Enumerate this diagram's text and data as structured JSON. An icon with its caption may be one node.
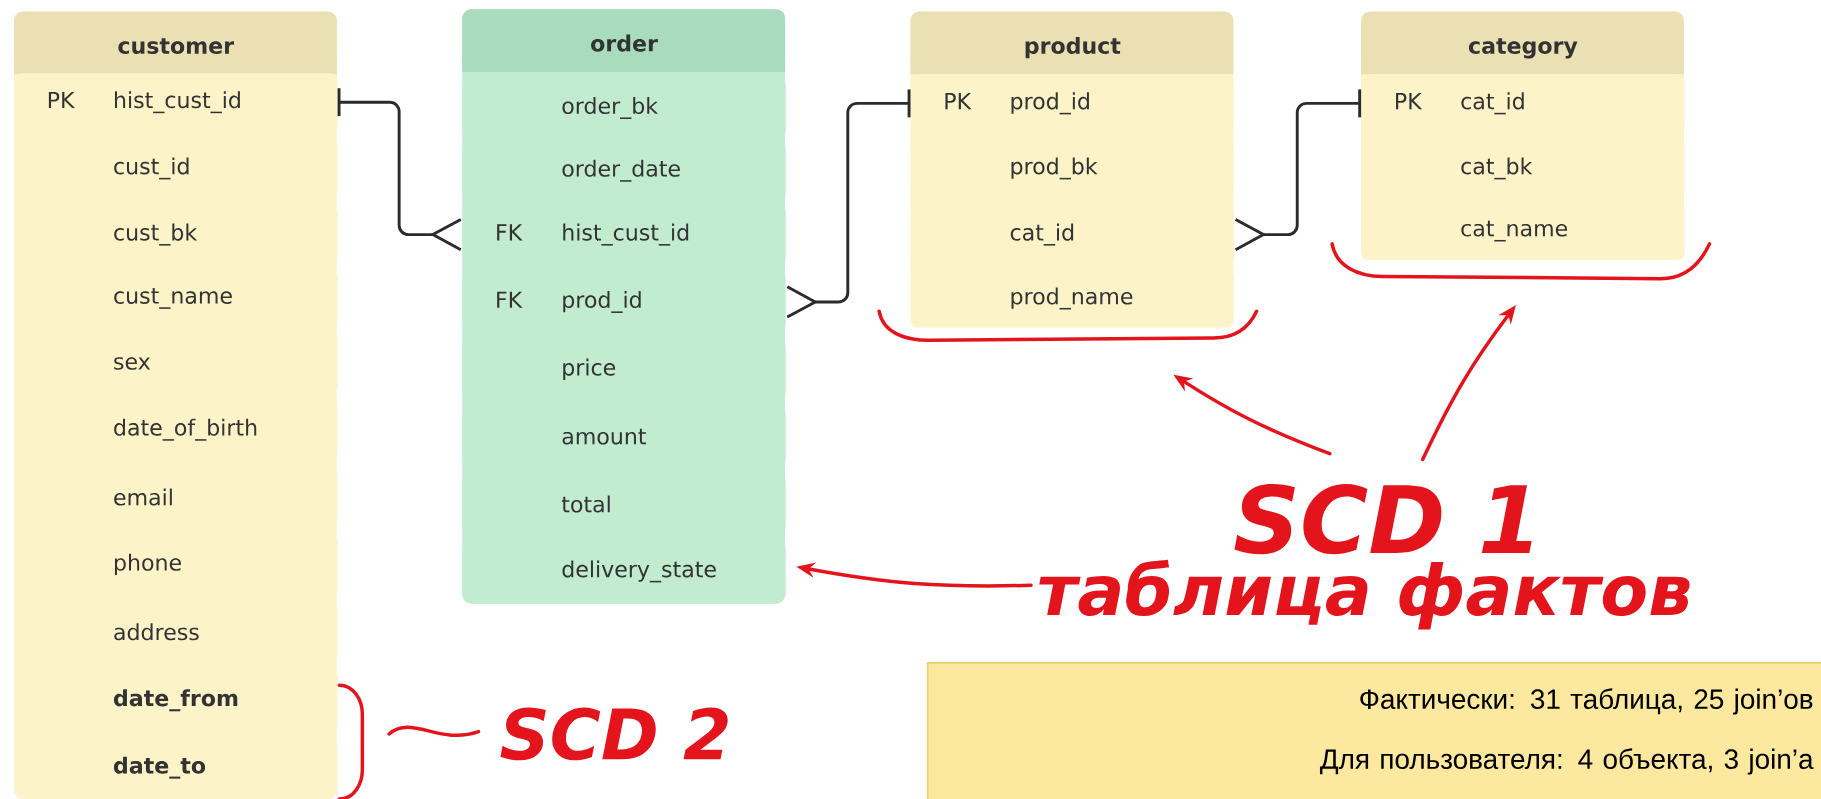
{
  "diagram": {
    "nodes": [
      {
        "text": [
          "customer"
        ]
      },
      {
        "text": [
          "PK",
          "hist_cust_id"
        ],
        "in": 0
      },
      {
        "text": [
          "cust_id"
        ],
        "in": 0
      },
      {
        "text": [
          "cust_bk"
        ],
        "in": 0
      },
      {
        "text": [
          "cust_name"
        ],
        "in": 0
      },
      {
        "text": [
          "sex"
        ],
        "in": 0
      },
      {
        "text": [
          "date_of_birth"
        ],
        "in": 0
      },
      {
        "text": [
          "email"
        ],
        "in": 0
      },
      {
        "text": [
          "phone"
        ],
        "in": 0
      },
      {
        "text": [
          "address"
        ],
        "in": 0
      },
      {
        "text": [
          "date_from"
        ],
        "in": 0
      },
      {
        "text": [
          "date_to"
        ],
        "in": 0
      },
      {
        "text": [
          "order"
        ]
      },
      {
        "text": [
          "order_bk"
        ],
        "in": 12
      },
      {
        "text": [
          "order_date"
        ],
        "in": 12
      },
      {
        "text": [
          "FK",
          "hist_cust_id"
        ],
        "in": 12
      },
      {
        "text": [
          "FK",
          "prod_id"
        ],
        "in": 12
      },
      {
        "text": [
          "price"
        ],
        "in": 12
      },
      {
        "text": [
          "amount"
        ],
        "in": 12
      },
      {
        "text": [
          "total"
        ],
        "in": 12
      },
      {
        "text": [
          "delivery_state"
        ],
        "in": 12
      },
      {
        "text": [
          "product"
        ]
      },
      {
        "text": [
          "PK",
          "prod_id"
        ],
        "in": 21
      },
      {
        "text": [
          "prod_bk"
        ],
        "in": 21
      },
      {
        "text": [
          "cat_id"
        ],
        "in": 21
      },
      {
        "text": [
          "prod_name"
        ],
        "in": 21
      },
      {
        "text": [
          "category"
        ]
      },
      {
        "text": [
          "PK",
          "cat_id"
        ],
        "in": 26
      },
      {
        "text": [
          "cat_bk"
        ],
        "in": 26
      },
      {
        "text": [
          "cat_name"
        ],
        "in": 26
      },
      {
        "text": [
          "SCD 1"
        ]
      },
      {
        "text": [
          "таблица фактов"
        ]
      },
      {
        "text": [
          "Фактически: 31 таблица, 25 join’ов",
          "Для пользователя: 4 объекта, 3 join’а"
        ]
      }
    ],
    "edges": [
      {
        "from": 1,
        "to": 15,
        "arrow": "other"
      },
      {
        "from": 22,
        "to": 16,
        "arrow": "other"
      },
      {
        "from": 27,
        "to": 24,
        "arrow": "other"
      },
      {
        "from": 30,
        "to": 21,
        "arrow": "to",
        "color": "#e3141c"
      },
      {
        "from": 30,
        "to": 26,
        "arrow": "to",
        "color": "#e3141c"
      },
      {
        "from": 31,
        "to": 20,
        "arrow": "to",
        "color": "#e3141c"
      }
    ],
    "labels": [
      "SCD 2"
    ]
  }
}
